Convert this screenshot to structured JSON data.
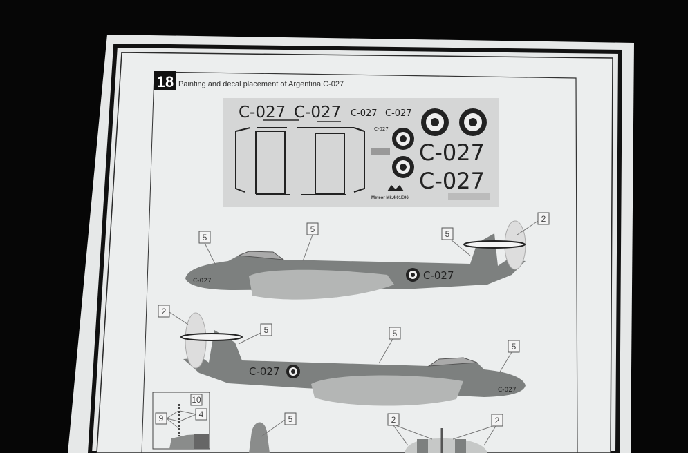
{
  "step": {
    "number": "18",
    "title": "Painting and decal placement of Argentina C-027"
  },
  "decal_sheet": {
    "registrations": [
      "C-027",
      "C-027",
      "C-027",
      "C-027",
      "C-027",
      "C-027",
      "C-027"
    ],
    "kit_label": "Meteor Mk.4 01E06"
  },
  "aircraft_top": {
    "nose_code": "C-027",
    "fuselage_code": "C-027",
    "callouts": [
      "5",
      "5",
      "5",
      "2"
    ]
  },
  "aircraft_bottom": {
    "nose_code": "C-027",
    "fuselage_code": "C-027",
    "callouts": [
      "2",
      "5",
      "5",
      "5"
    ]
  },
  "detail_views": {
    "inset_callouts": [
      "10",
      "9",
      "4"
    ],
    "front_callout": "5",
    "wing_callouts": [
      "2",
      "2"
    ]
  },
  "colors": {
    "paper": "#e9eaea",
    "decal_bg": "#d6d7d7",
    "aircraft_dark": "#7d807f",
    "aircraft_light": "#b4b6b5",
    "ink": "#1a1a1a"
  }
}
